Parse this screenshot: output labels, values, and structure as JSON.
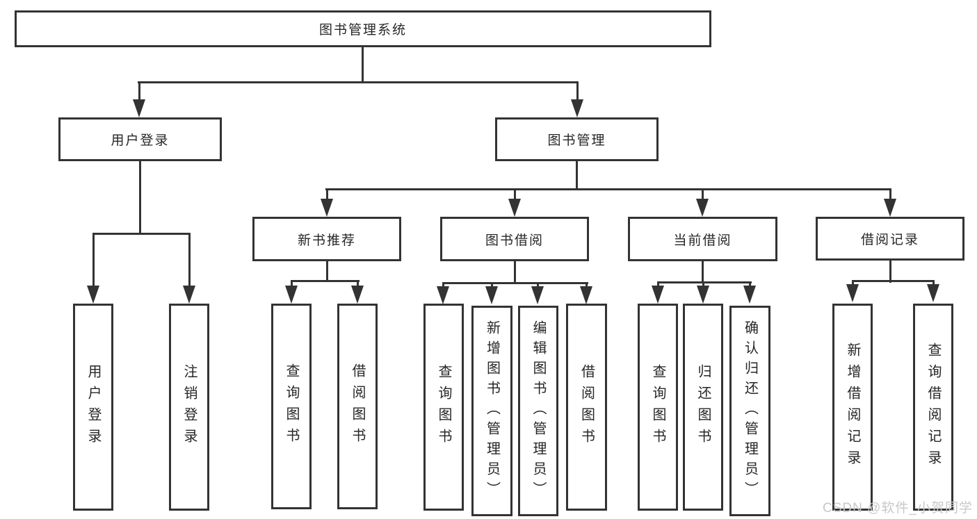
{
  "diagram": {
    "title": "图书管理系统",
    "type": "tree",
    "structure": {
      "图书管理系统": {
        "用户登录": [
          "用户登录",
          "注销登录"
        ],
        "图书管理": {
          "新书推荐": [
            "查询图书",
            "借阅图书"
          ],
          "图书借阅": [
            "查询图书",
            "新增图书（管理员）",
            "编辑图书（管理员）",
            "借阅图书"
          ],
          "当前借阅": [
            "查询图书",
            "归还图书",
            "确认归还（管理员）"
          ],
          "借阅记录": [
            "新增借阅记录",
            "查询借阅记录"
          ]
        }
      }
    }
  },
  "nodes": {
    "root": "图书管理系统",
    "user_login": "用户登录",
    "book_management": "图书管理",
    "new_book_recommend": "新书推荐",
    "book_borrowing": "图书借阅",
    "current_borrowing": "当前借阅",
    "borrowing_records": "借阅记录",
    "leaf_user_login": "用户登录",
    "leaf_logout": "注销登录",
    "leaf_nbr_query_book": "查询图书",
    "leaf_nbr_borrow_book": "借阅图书",
    "leaf_bb_query_book": "查询图书",
    "leaf_bb_add_book": "新增图书（管理员）",
    "leaf_bb_edit_book": "编辑图书（管理员）",
    "leaf_bb_borrow_book": "借阅图书",
    "leaf_cb_query_book": "查询图书",
    "leaf_cb_return_book": "归还图书",
    "leaf_cb_confirm_return": "确认归还（管理员）",
    "leaf_br_add_record": "新增借阅记录",
    "leaf_br_query_record": "查询借阅记录"
  },
  "watermark": "CSDN @软件_小贺同学",
  "colors": {
    "line": "#333333",
    "text": "#262626",
    "background": "#ffffff",
    "watermark": "#c8c8c8"
  }
}
